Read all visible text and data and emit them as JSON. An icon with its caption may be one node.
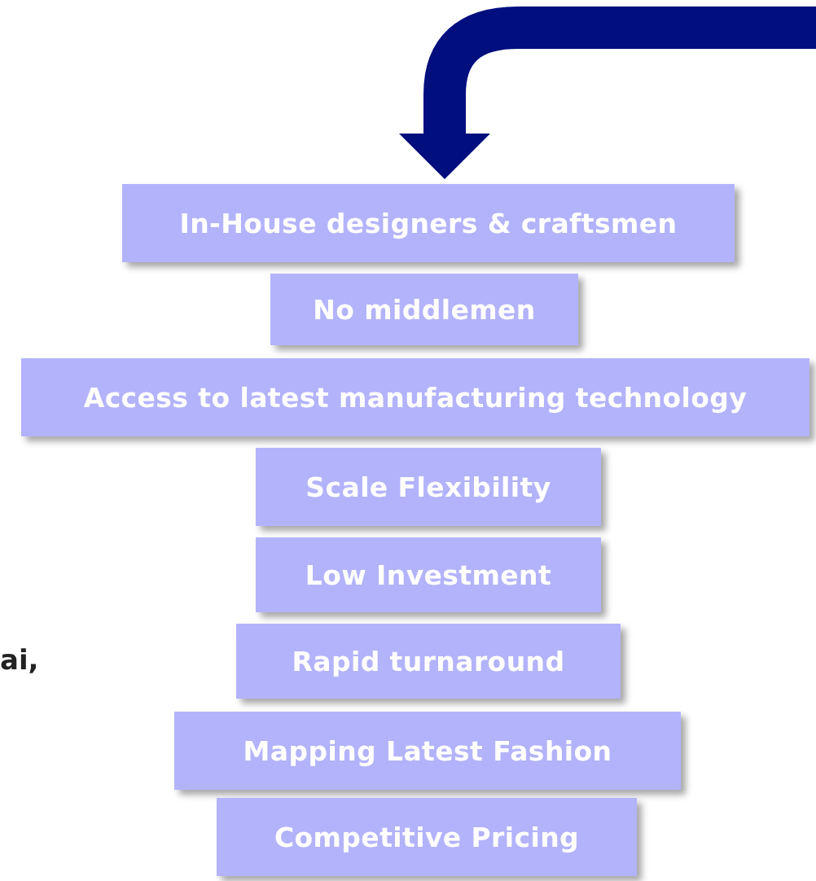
{
  "diagram": {
    "nodes": [
      {
        "text": [
          "In-House designers & craftsmen"
        ]
      },
      {
        "text": [
          "No middlemen"
        ]
      },
      {
        "text": [
          "Access to latest manufacturing technology"
        ]
      },
      {
        "text": [
          "Scale Flexibility"
        ]
      },
      {
        "text": [
          "Low Investment"
        ]
      },
      {
        "text": [
          "Rapid turnaround"
        ]
      },
      {
        "text": [
          "Mapping Latest Fashion"
        ]
      },
      {
        "text": [
          "Competitive Pricing"
        ]
      }
    ],
    "labels": [
      "ai,"
    ]
  }
}
